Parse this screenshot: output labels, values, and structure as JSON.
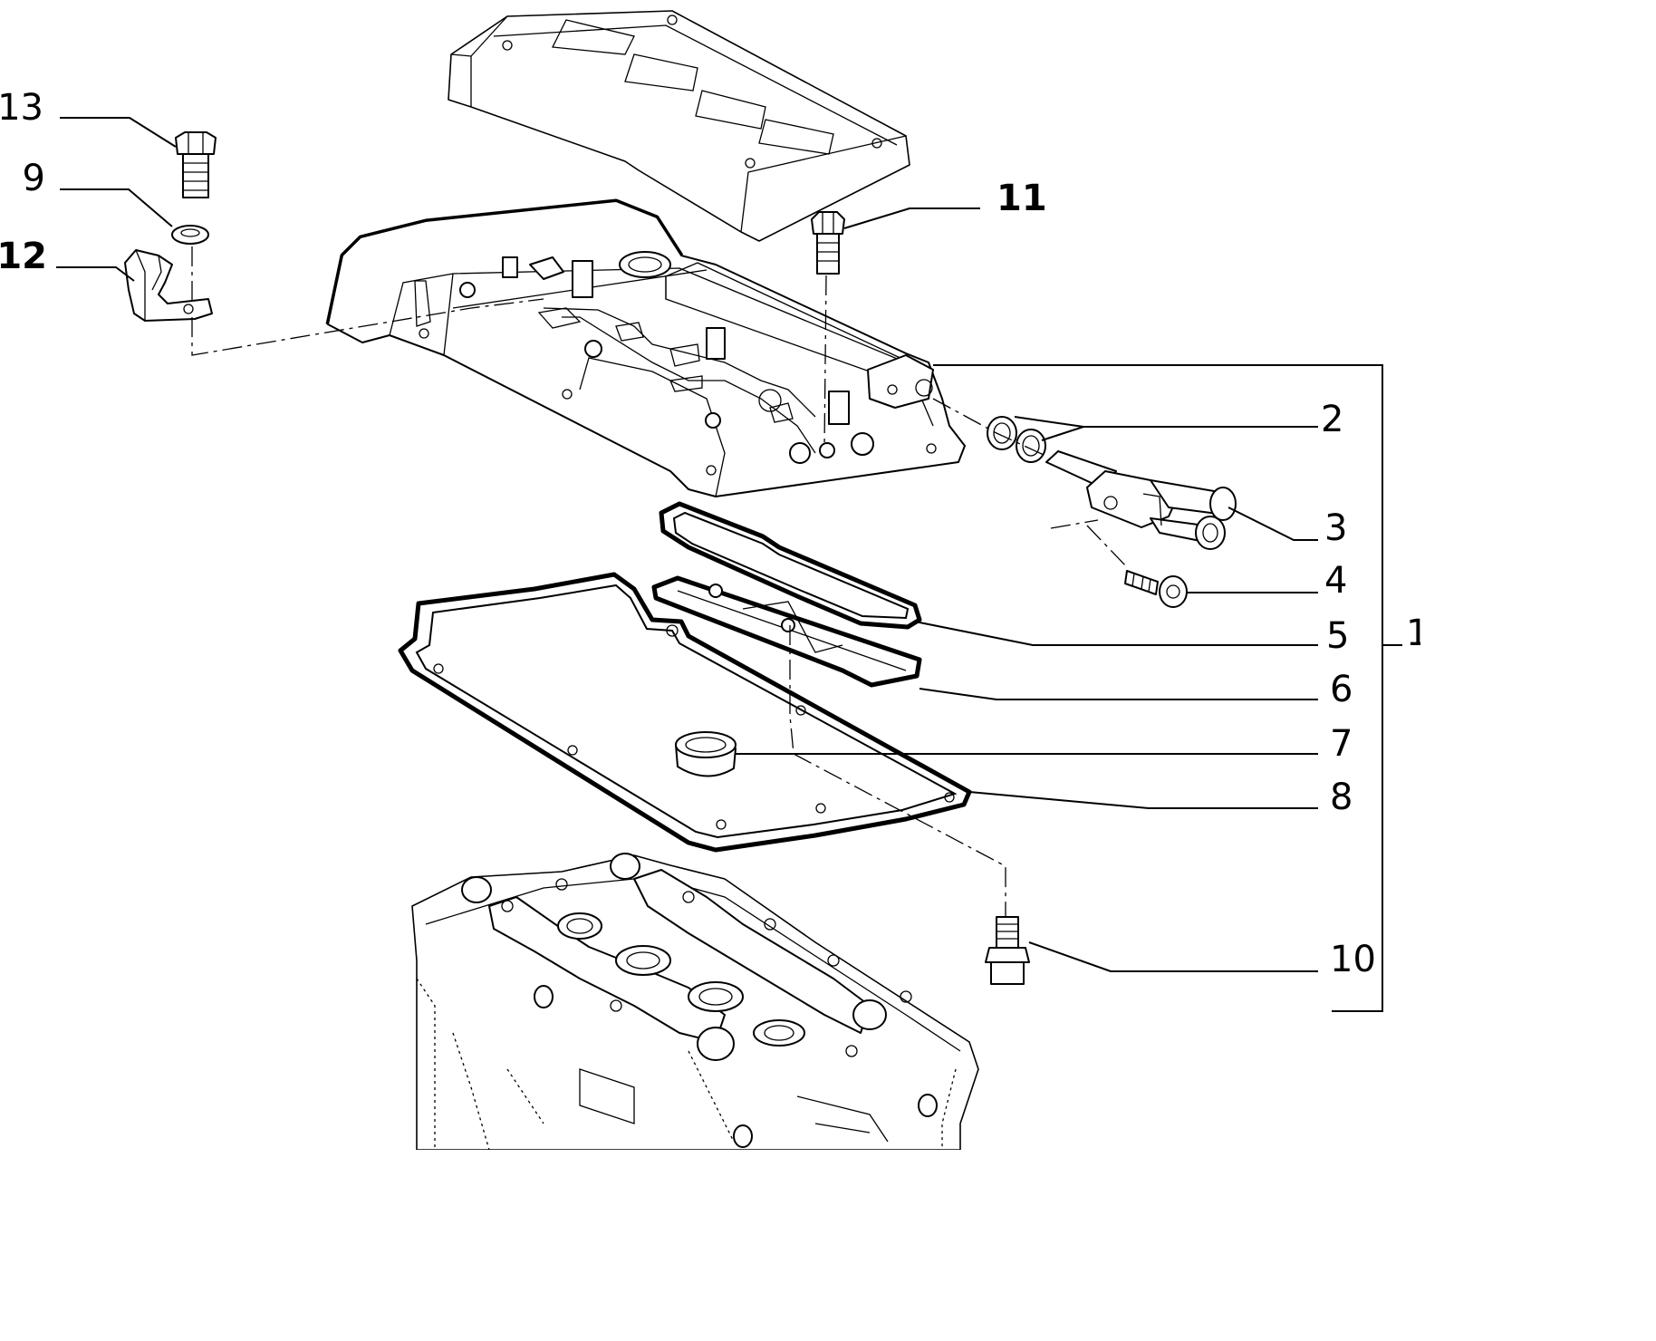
{
  "diagram": {
    "callouts": [
      {
        "id": "c13",
        "label": "13"
      },
      {
        "id": "c9",
        "label": "9"
      },
      {
        "id": "c12",
        "label": "12"
      },
      {
        "id": "c11",
        "label": "11"
      },
      {
        "id": "c2",
        "label": "2"
      },
      {
        "id": "c3",
        "label": "3"
      },
      {
        "id": "c4",
        "label": "4"
      },
      {
        "id": "c5",
        "label": "5"
      },
      {
        "id": "c1",
        "label": "1"
      },
      {
        "id": "c6",
        "label": "6"
      },
      {
        "id": "c7",
        "label": "7"
      },
      {
        "id": "c8",
        "label": "8"
      },
      {
        "id": "c10",
        "label": "10"
      }
    ],
    "line_color": "#000000",
    "background": "#ffffff"
  }
}
